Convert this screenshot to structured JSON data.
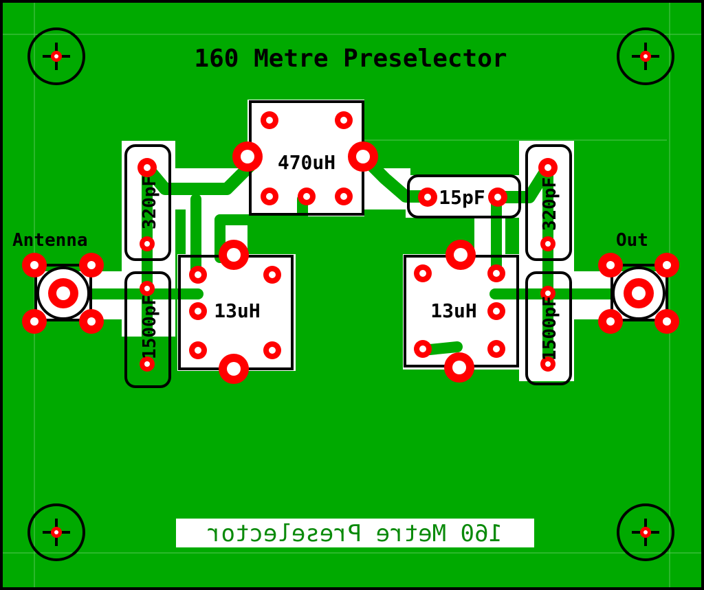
{
  "board": {
    "title": "160 Metre Preselector",
    "mirror_title": "160 Metre Preselector",
    "colors": {
      "copper_pour": "#00aa00",
      "trace": "#00aa00",
      "clearance": "#ffffff",
      "pad": "#ff0000",
      "silkscreen": "#000000",
      "board_edge": "#000000",
      "mirror_text": "#008800"
    }
  },
  "connectors": {
    "input_label": "Antenna",
    "output_label": "Out"
  },
  "components": {
    "l_series": "470uH",
    "l_left": "13uH",
    "l_right": "13uH",
    "c_couple": "15pF",
    "c_trim_left": "320pF",
    "c_trim_right": "320pF",
    "c_fixed_left": "1500pF",
    "c_fixed_right": "1500pF"
  },
  "mounting_holes": [
    "mount-hole-top-left",
    "mount-hole-top-right",
    "mount-hole-bottom-left",
    "mount-hole-bottom-right"
  ]
}
